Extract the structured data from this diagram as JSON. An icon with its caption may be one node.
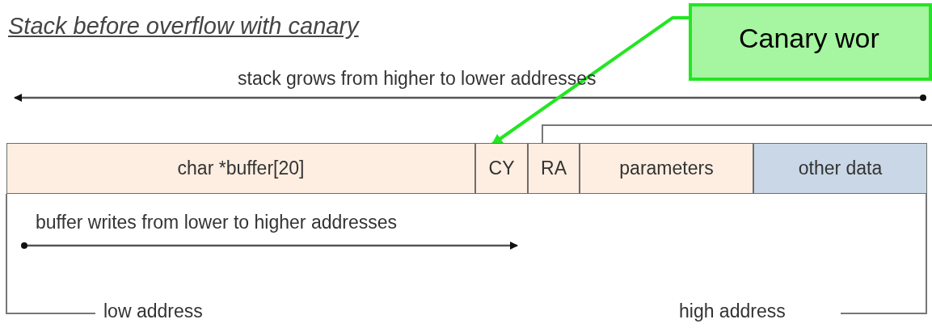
{
  "diagram": {
    "title": "Stack before overflow with canary",
    "nodes": [
      {
        "text": [
          "char *buffer[20]"
        ]
      },
      {
        "text": [
          "CY"
        ]
      },
      {
        "text": [
          "RA"
        ]
      },
      {
        "text": [
          "parameters"
        ]
      },
      {
        "text": [
          "other data"
        ]
      },
      {
        "text": [
          "Canary wor"
        ]
      }
    ],
    "edges": [
      {
        "from": 5,
        "to": 1,
        "arrow": "to",
        "color": "#22e622"
      }
    ],
    "labels": [
      "stack grows from higher to lower addresses",
      "buffer writes from lower to higher addresses",
      "low address",
      "high address"
    ]
  }
}
